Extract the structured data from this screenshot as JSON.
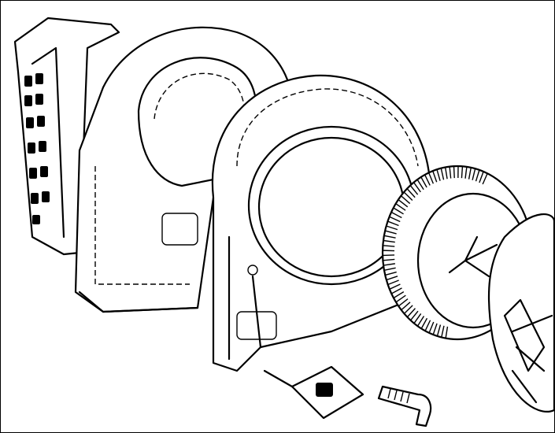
{
  "colors": {
    "line": "#000000",
    "background": "#ffffff"
  },
  "parts": [
    "heater-case",
    "blower-housing",
    "blower-ring",
    "blower-fan-wheel",
    "blower-motor",
    "blower-resistor",
    "duct-hose"
  ]
}
